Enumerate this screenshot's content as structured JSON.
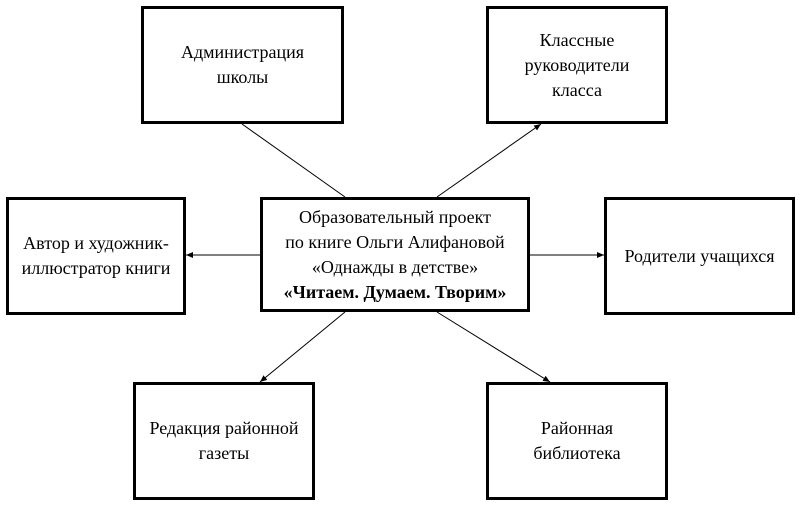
{
  "center": {
    "lines": [
      "Образовательный проект",
      "по книге Ольги Алифановой",
      "«Однажды в детстве»",
      "«Читаем. Думаем. Творим»"
    ]
  },
  "nodes": {
    "administration": {
      "lines": [
        "Администрация",
        "школы"
      ]
    },
    "class_teachers": {
      "lines": [
        "Классные",
        "руководители",
        "класса"
      ]
    },
    "author": {
      "lines": [
        "Автор и художник-",
        "иллюстратор книги"
      ]
    },
    "parents": {
      "lines": [
        "Родители учащихся"
      ]
    },
    "newspaper": {
      "lines": [
        "Редакция районной",
        "газеты"
      ]
    },
    "library": {
      "lines": [
        "Районная",
        "библиотека"
      ]
    }
  }
}
